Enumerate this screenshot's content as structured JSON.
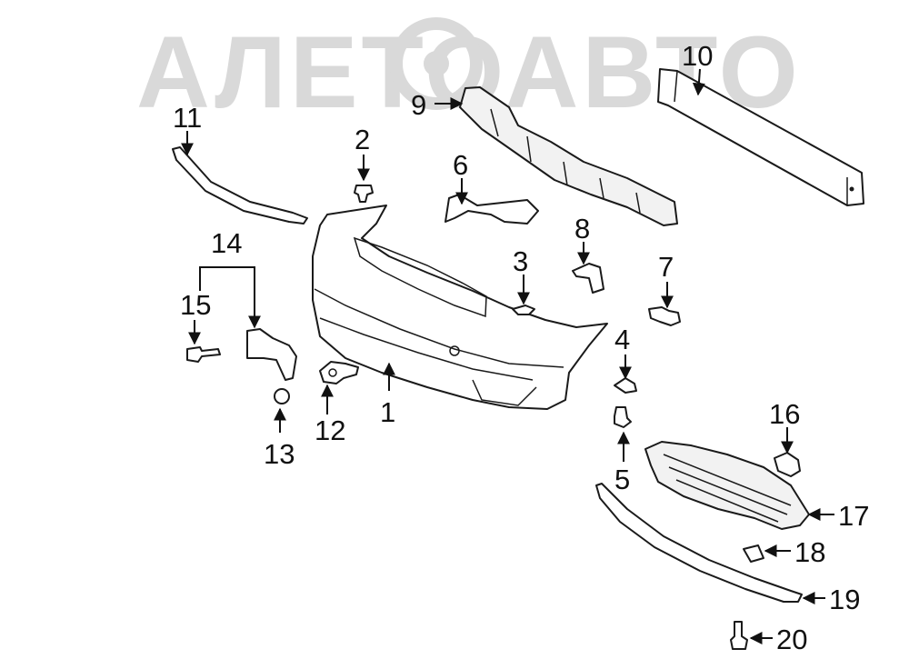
{
  "watermark": {
    "text": "АЛЕТОАВТО",
    "gear_icon": "gear-icon"
  },
  "callouts": {
    "c1": "1",
    "c2": "2",
    "c3": "3",
    "c4": "4",
    "c5": "5",
    "c6": "6",
    "c7": "7",
    "c8": "8",
    "c9": "9",
    "c10": "10",
    "c11": "11",
    "c12": "12",
    "c13": "13",
    "c14": "14",
    "c15": "15",
    "c16": "16",
    "c17": "17",
    "c18": "18",
    "c19": "19",
    "c20": "20"
  },
  "colors": {
    "line": "#1a1a1a",
    "watermark": "#d9d9d9",
    "background": "#ffffff"
  }
}
